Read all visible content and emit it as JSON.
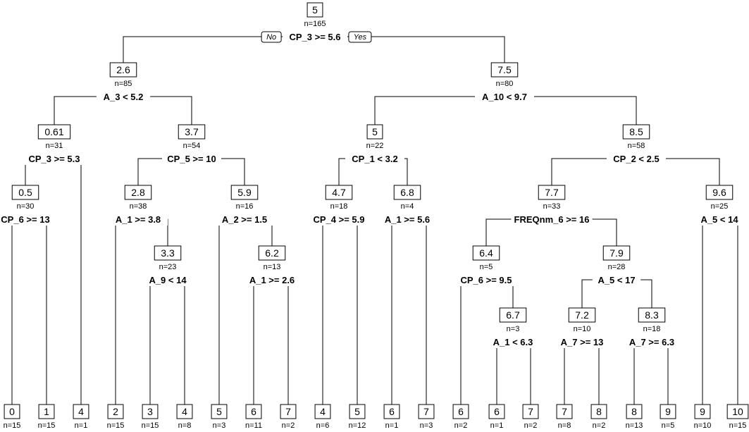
{
  "tree": {
    "root_labels": {
      "no": "No",
      "yes": "Yes"
    },
    "nodes": [
      {
        "id": "root",
        "value": "5",
        "n": "n=165",
        "split": "CP_3 >= 5.6",
        "children": [
          "n2_6",
          "n7_5"
        ]
      },
      {
        "id": "n2_6",
        "value": "2.6",
        "n": "n=85",
        "split": "A_3 < 5.2",
        "children": [
          "n0_61",
          "n3_7"
        ]
      },
      {
        "id": "n0_61",
        "value": "0.61",
        "n": "n=31",
        "split": "CP_3 >= 5.3",
        "children": [
          "n0_5",
          "L4a"
        ]
      },
      {
        "id": "n0_5",
        "value": "0.5",
        "n": "n=30",
        "split": "CP_6 >= 13",
        "children": [
          "L0",
          "L1"
        ]
      },
      {
        "id": "L0",
        "value": "0",
        "n": "n=15",
        "leaf": true
      },
      {
        "id": "L1",
        "value": "1",
        "n": "n=15",
        "leaf": true
      },
      {
        "id": "L4a",
        "value": "4",
        "n": "n=1",
        "leaf": true
      },
      {
        "id": "n3_7",
        "value": "3.7",
        "n": "n=54",
        "split": "CP_5 >= 10",
        "children": [
          "n2_8",
          "n5_9"
        ]
      },
      {
        "id": "n2_8",
        "value": "2.8",
        "n": "n=38",
        "split": "A_1 >= 3.8",
        "children": [
          "L2",
          "n3_3"
        ]
      },
      {
        "id": "L2",
        "value": "2",
        "n": "n=15",
        "leaf": true
      },
      {
        "id": "n3_3",
        "value": "3.3",
        "n": "n=23",
        "split": "A_9 < 14",
        "children": [
          "L3",
          "L4b"
        ]
      },
      {
        "id": "L3",
        "value": "3",
        "n": "n=15",
        "leaf": true
      },
      {
        "id": "L4b",
        "value": "4",
        "n": "n=8",
        "leaf": true
      },
      {
        "id": "n5_9",
        "value": "5.9",
        "n": "n=16",
        "split": "A_2 >= 1.5",
        "children": [
          "L5a",
          "n6_2"
        ]
      },
      {
        "id": "L5a",
        "value": "5",
        "n": "n=3",
        "leaf": true
      },
      {
        "id": "n6_2",
        "value": "6.2",
        "n": "n=13",
        "split": "A_1 >= 2.6",
        "children": [
          "L6a",
          "L7a"
        ]
      },
      {
        "id": "L6a",
        "value": "6",
        "n": "n=11",
        "leaf": true
      },
      {
        "id": "L7a",
        "value": "7",
        "n": "n=2",
        "leaf": true
      },
      {
        "id": "n7_5",
        "value": "7.5",
        "n": "n=80",
        "split": "A_10 < 9.7",
        "children": [
          "n5b",
          "n8_5"
        ]
      },
      {
        "id": "n5b",
        "value": "5",
        "n": "n=22",
        "split": "CP_1 < 3.2",
        "children": [
          "n4_7",
          "n6_8"
        ]
      },
      {
        "id": "n4_7",
        "value": "4.7",
        "n": "n=18",
        "split": "CP_4 >= 5.9",
        "children": [
          "L4c",
          "L5b"
        ]
      },
      {
        "id": "L4c",
        "value": "4",
        "n": "n=6",
        "leaf": true
      },
      {
        "id": "L5b",
        "value": "5",
        "n": "n=12",
        "leaf": true
      },
      {
        "id": "n6_8",
        "value": "6.8",
        "n": "n=4",
        "split": "A_1 >= 5.6",
        "children": [
          "L6b",
          "L7b"
        ]
      },
      {
        "id": "L6b",
        "value": "6",
        "n": "n=1",
        "leaf": true
      },
      {
        "id": "L7b",
        "value": "7",
        "n": "n=3",
        "leaf": true
      },
      {
        "id": "n8_5",
        "value": "8.5",
        "n": "n=58",
        "split": "CP_2 < 2.5",
        "children": [
          "n7_7",
          "n9_6"
        ]
      },
      {
        "id": "n7_7",
        "value": "7.7",
        "n": "n=33",
        "split": "FREQnm_6 >= 16",
        "children": [
          "n6_4",
          "n7_9"
        ]
      },
      {
        "id": "n6_4",
        "value": "6.4",
        "n": "n=5",
        "split": "CP_6 >= 9.5",
        "children": [
          "L6c",
          "n6_7"
        ]
      },
      {
        "id": "L6c",
        "value": "6",
        "n": "n=2",
        "leaf": true
      },
      {
        "id": "n6_7",
        "value": "6.7",
        "n": "n=3",
        "split": "A_1 < 6.3",
        "children": [
          "L6d",
          "L7c"
        ]
      },
      {
        "id": "L6d",
        "value": "6",
        "n": "n=1",
        "leaf": true
      },
      {
        "id": "L7c",
        "value": "7",
        "n": "n=2",
        "leaf": true
      },
      {
        "id": "n7_9",
        "value": "7.9",
        "n": "n=28",
        "split": "A_5 < 17",
        "children": [
          "n7_2",
          "n8_3"
        ]
      },
      {
        "id": "n7_2",
        "value": "7.2",
        "n": "n=10",
        "split": "A_7 >= 13",
        "children": [
          "L7d",
          "L8a"
        ]
      },
      {
        "id": "L7d",
        "value": "7",
        "n": "n=8",
        "leaf": true
      },
      {
        "id": "L8a",
        "value": "8",
        "n": "n=2",
        "leaf": true
      },
      {
        "id": "n8_3",
        "value": "8.3",
        "n": "n=18",
        "split": "A_7 >= 6.3",
        "children": [
          "L8b",
          "L9a"
        ]
      },
      {
        "id": "L8b",
        "value": "8",
        "n": "n=13",
        "leaf": true
      },
      {
        "id": "L9a",
        "value": "9",
        "n": "n=5",
        "leaf": true
      },
      {
        "id": "n9_6",
        "value": "9.6",
        "n": "n=25",
        "split": "A_5 < 14",
        "children": [
          "L9b",
          "L10"
        ]
      },
      {
        "id": "L9b",
        "value": "9",
        "n": "n=10",
        "leaf": true
      },
      {
        "id": "L10",
        "value": "10",
        "n": "n=15",
        "leaf": true
      }
    ]
  }
}
